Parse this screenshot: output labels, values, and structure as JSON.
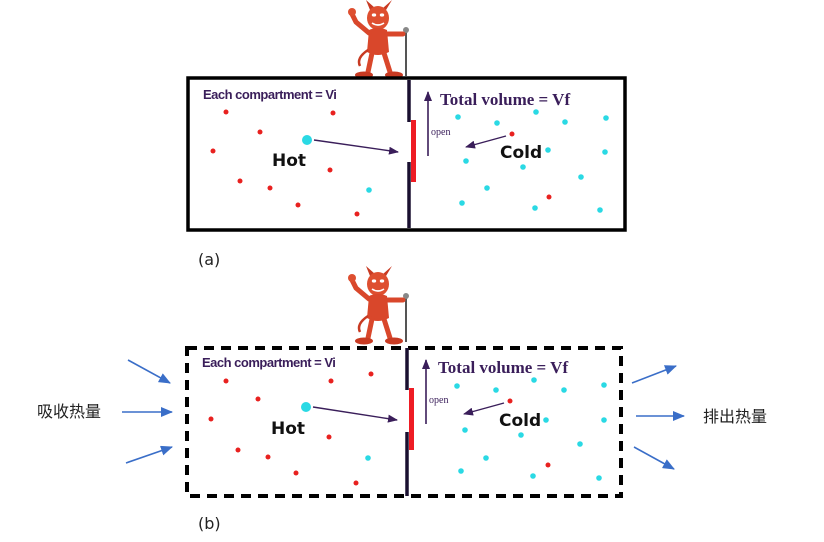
{
  "colors": {
    "hot_particle": "#e8211f",
    "cold_particle": "#2ad9e4",
    "wall": "#000000",
    "partition": "#1a1030",
    "door": "#ee1c24",
    "arrow_purple": "#3a1e5a",
    "heat_arrow": "#3a6ec8",
    "demon": "#d9472b"
  },
  "panel_a": {
    "label": "(a)",
    "compartment_label": "Each compartment = Vi",
    "total_label": "Total volume = Vf",
    "open_label": "open",
    "hot_label": "Hot",
    "cold_label": "Cold"
  },
  "panel_b": {
    "label": "(b)",
    "compartment_label": "Each compartment = Vi",
    "total_label": "Total volume = Vf",
    "open_label": "open",
    "hot_label": "Hot",
    "cold_label": "Cold",
    "absorb_label": "吸收热量",
    "release_label": "排出热量"
  }
}
